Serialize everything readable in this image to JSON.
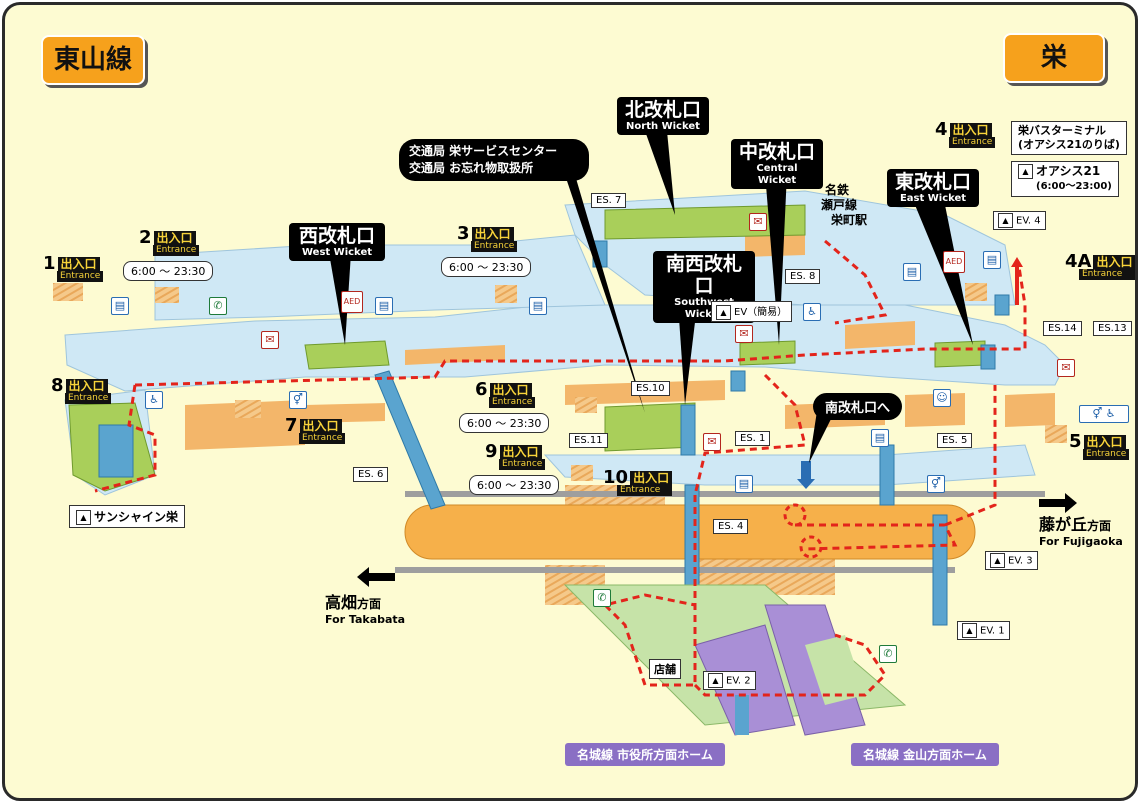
{
  "line_name": "東山線",
  "station_name": "栄",
  "wickets": {
    "north": {
      "ja": "北改札口",
      "en": "North Wicket"
    },
    "central": {
      "ja": "中改札口",
      "en": "Central Wicket"
    },
    "east": {
      "ja": "東改札口",
      "en": "East Wicket"
    },
    "west": {
      "ja": "西改札口",
      "en": "West Wicket"
    },
    "southwest": {
      "ja": "南西改札口",
      "en": "Southwest Wicket"
    }
  },
  "service_center": {
    "line1": "交通局 栄サービスセンター",
    "line2": "交通局 お忘れ物取扱所"
  },
  "meitetsu": {
    "line1": "名鉄",
    "line2": "瀬戸線",
    "line3": "栄町駅"
  },
  "bus_terminal": {
    "line1": "栄バスターミナル",
    "line2": "(オアシス21のりば)"
  },
  "oasis": {
    "label": "オアシス21",
    "hours": "(6:00～23:00)"
  },
  "exit_text": {
    "ja": "出入口",
    "en": "Entrance"
  },
  "exits": {
    "e1": "1",
    "e2": "2",
    "e3": "3",
    "e4": "4",
    "e4a": "4A",
    "e5": "5",
    "e6": "6",
    "e7": "7",
    "e8": "8",
    "e9": "9",
    "e10": "10"
  },
  "hours": {
    "e2": "6:00 ～ 23:30",
    "e3": "6:00 ～ 23:30",
    "e6": "6:00 ～ 23:30",
    "e9": "6:00 ～ 23:30"
  },
  "escalators": {
    "es1": "ES. 1",
    "es4": "ES. 4",
    "es5": "ES. 5",
    "es6": "ES. 6",
    "es7": "ES. 7",
    "es8": "ES. 8",
    "es10": "ES.10",
    "es11": "ES.11",
    "es13": "ES.13",
    "es14": "ES.14"
  },
  "elevators": {
    "ev_simple": "EV（簡易）",
    "ev1": "EV. 1",
    "ev2": "EV. 2",
    "ev3": "EV. 3",
    "ev4": "EV. 4"
  },
  "sunshine": "サンシャイン栄",
  "south_wicket_to": "南改札口へ",
  "shop": "店舗",
  "aed": "AED",
  "directions": {
    "fujigaoka": {
      "ja": "藤が丘",
      "suffix": "方面",
      "en": "For Fujigaoka"
    },
    "takabata": {
      "ja": "高畑",
      "suffix": "方面",
      "en": "For Takabata"
    }
  },
  "platforms": {
    "shiyakusho": "名城線 市役所方面ホーム",
    "kanayama": "名城線 金山方面ホーム"
  },
  "colors": {
    "frame": "#fdfbd2",
    "concourse": "#cfe8f5",
    "platform_orange": "#f6b04a",
    "meijo_platform": "#a98fd6",
    "route": "#e3241b",
    "wicket_green": "#a9cf5a"
  }
}
